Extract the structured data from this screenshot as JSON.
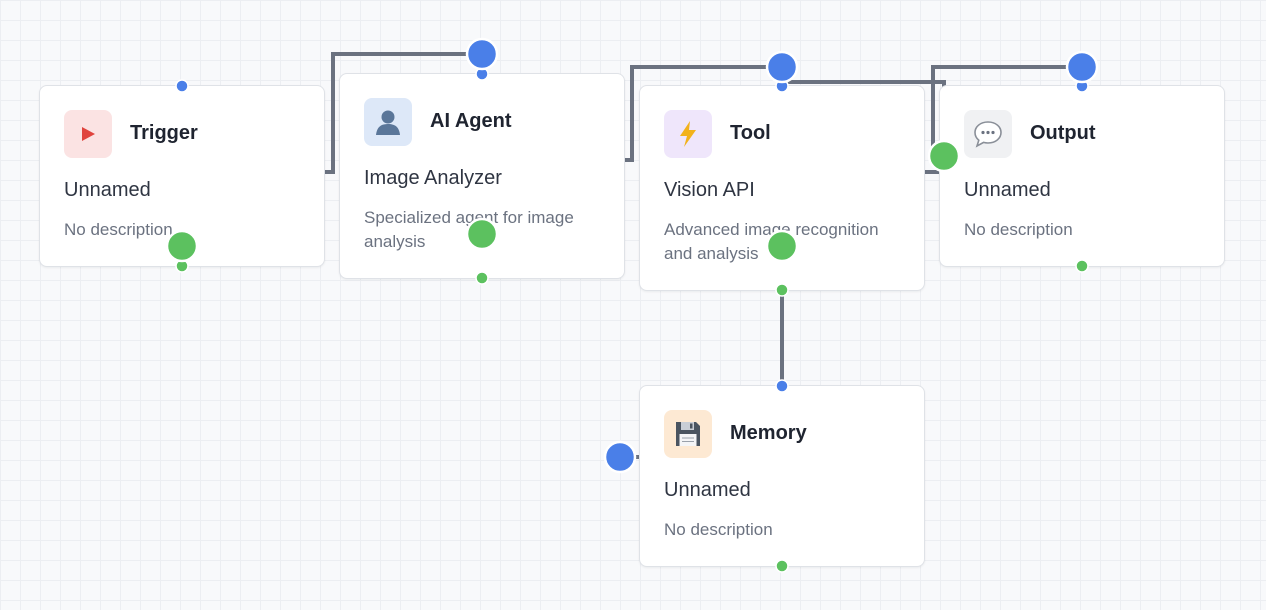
{
  "nodes": [
    {
      "id": "trigger",
      "type": "Trigger",
      "name": "Unnamed",
      "description": "No description",
      "icon": "play-icon",
      "icon_bg": "#fbe3e3",
      "icon_color": "#e0443e"
    },
    {
      "id": "ai-agent",
      "type": "AI Agent",
      "name": "Image Analyzer",
      "description": "Specialized agent for image analysis",
      "icon": "user-icon",
      "icon_bg": "#dde8f8",
      "icon_color": "#5a7699"
    },
    {
      "id": "tool",
      "type": "Tool",
      "name": "Vision API",
      "description": "Advanced image recognition and analysis",
      "icon": "lightning-icon",
      "icon_bg": "#efe6fb",
      "icon_color": "#f2b21b"
    },
    {
      "id": "output",
      "type": "Output",
      "name": "Unnamed",
      "description": "No description",
      "icon": "speech-bubble-icon",
      "icon_bg": "#f0f1f3",
      "icon_color": "#8a8f98"
    },
    {
      "id": "memory",
      "type": "Memory",
      "name": "Unnamed",
      "description": "No description",
      "icon": "floppy-disk-icon",
      "icon_bg": "#fde9d3",
      "icon_color": "#4a5460"
    }
  ],
  "colors": {
    "input_port": "#4a7fe8",
    "output_port": "#5cc15f",
    "wire": "#6b7280"
  }
}
